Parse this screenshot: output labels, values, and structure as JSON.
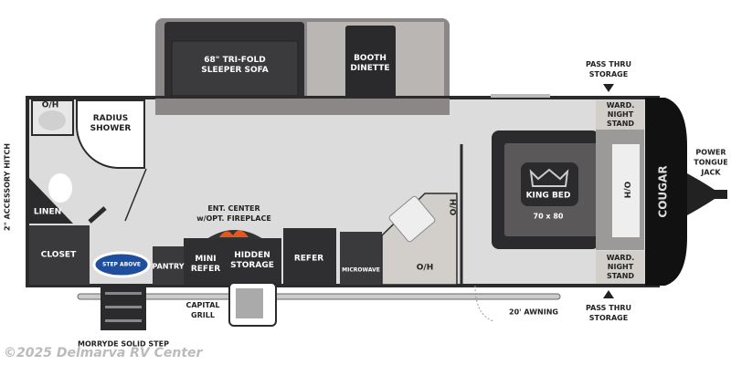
{
  "labels": {
    "sofa": "68\" TRI-FOLD\nSLEEPER SOFA",
    "dinette": "BOOTH\nDINETTE",
    "oh_bath": "O/H",
    "shower": "RADIUS\nSHOWER",
    "linen": "LINEN",
    "closet": "CLOSET",
    "hitch": "2\" ACCESSORY HITCH",
    "ent_center": "ENT. CENTER\nw/OPT. FIREPLACE",
    "pantry": "PANTRY",
    "mini_refer": "MINI\nREFER",
    "hidden_storage": "HIDDEN\nSTORAGE",
    "refer": "REFER",
    "microwave": "MICROWAVE",
    "oh_kitchen": "O/H",
    "ho": "H/O",
    "king_bed": "KING BED",
    "bed_size": "70 x 80",
    "oh_bed": "O/H",
    "ward_top": "WARD.\nNIGHT\nSTAND",
    "ward_bottom": "WARD.\nNIGHT\nSTAND",
    "pass_top": "PASS THRU\nSTORAGE",
    "pass_bottom": "PASS THRU\nSTORAGE",
    "tongue_jack": "POWER\nTONGUE\nJACK",
    "capital_grill": "CAPITAL\nGRILL",
    "awning": "20' AWNING",
    "step": "MORRYDE SOLID STEP",
    "step_above_logo": "STEP ABOVE",
    "brand_logo": "COUGAR",
    "copyright": "©2025 Delmarva RV Center"
  },
  "colors": {
    "dark": "#2b2a2c",
    "floor": "#dcdcdc",
    "counter": "#d2cfcb",
    "accent_blue": "#1f4f9c"
  }
}
